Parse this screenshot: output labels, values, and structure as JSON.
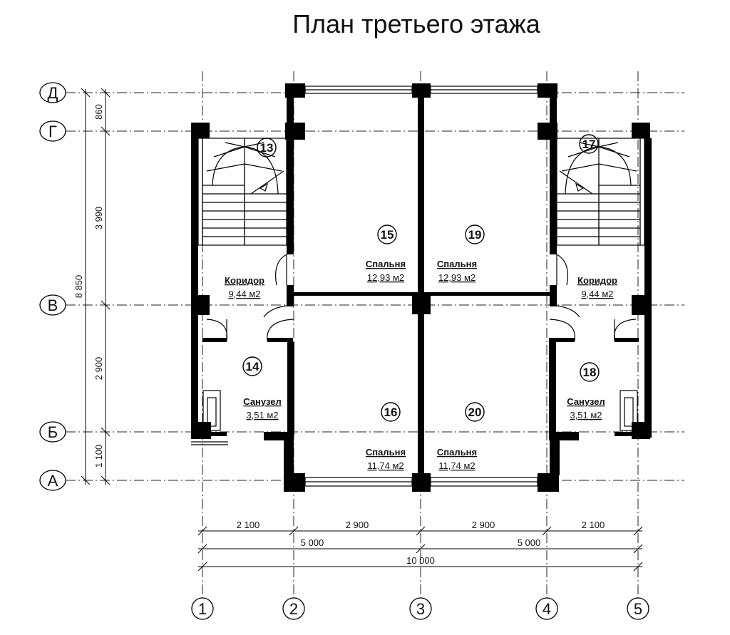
{
  "title": "План третьего этажа",
  "axes": {
    "rows": [
      {
        "id": "d",
        "label": "Д"
      },
      {
        "id": "g",
        "label": "Г"
      },
      {
        "id": "v",
        "label": "В"
      },
      {
        "id": "b",
        "label": "Б"
      },
      {
        "id": "a",
        "label": "А"
      }
    ],
    "cols": [
      {
        "id": "1",
        "label": "1"
      },
      {
        "id": "2",
        "label": "2"
      },
      {
        "id": "3",
        "label": "3"
      },
      {
        "id": "4",
        "label": "4"
      },
      {
        "id": "5",
        "label": "5"
      }
    ]
  },
  "dimensions": {
    "vertical": {
      "d_g": "860",
      "g_v": "3 990",
      "v_b": "2 900",
      "b_a": "1 100",
      "total": "8 850"
    },
    "horizontal": {
      "c1_2": "2 100",
      "c2_3": "2 900",
      "c3_4": "2 900",
      "c4_5": "2 100",
      "half_left": "5 000",
      "half_right": "5 000",
      "total": "10 000"
    }
  },
  "rooms": [
    {
      "num": "13",
      "name": "",
      "area": ""
    },
    {
      "num": "",
      "name": "Коридор",
      "area": "9,44 м2"
    },
    {
      "num": "14",
      "name": "Санузел",
      "area": "3,51 м2"
    },
    {
      "num": "15",
      "name": "Спальня",
      "area": "12,93 м2"
    },
    {
      "num": "16",
      "name": "Спальня",
      "area": "11,74 м2"
    },
    {
      "num": "19",
      "name": "Спальня",
      "area": "12,93 м2"
    },
    {
      "num": "20",
      "name": "Спальня",
      "area": "11,74 м2"
    },
    {
      "num": "17",
      "name": "",
      "area": ""
    },
    {
      "num": "",
      "name": "Коридор",
      "area": "9,44 м2"
    },
    {
      "num": "18",
      "name": "Санузел",
      "area": "3,51 м2"
    }
  ]
}
